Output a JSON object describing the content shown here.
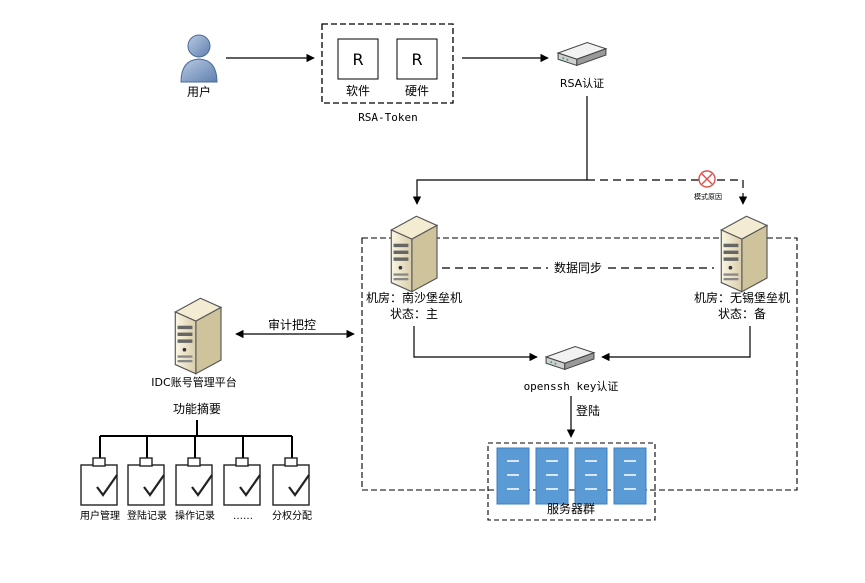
{
  "user": {
    "label": "用户"
  },
  "token": {
    "group_label": "RSA-Token",
    "software": {
      "letter": "R",
      "label": "软件"
    },
    "hardware": {
      "letter": "R",
      "label": "硬件"
    }
  },
  "rsa_auth": {
    "label": "RSA认证"
  },
  "failover": {
    "label": "模式原因"
  },
  "sync": {
    "label": "数据同步"
  },
  "primary_server": {
    "line1": "机房：南沙堡垒机",
    "line2": "状态：主"
  },
  "backup_server": {
    "line1": "机房：无锡堡垒机",
    "line2": "状态：备"
  },
  "audit": {
    "label": "审计把控"
  },
  "idc_platform": {
    "label": "IDC账号管理平台"
  },
  "functions": {
    "title": "功能摘要",
    "items": [
      "用户管理",
      "登陆记录",
      "操作记录",
      "……",
      "分权分配"
    ]
  },
  "ssh_auth": {
    "label": "openssh key认证"
  },
  "login": {
    "label": "登陆"
  },
  "servers": {
    "label": "服务器群"
  },
  "colors": {
    "line": "#000000",
    "server_blue": "#5b9bd5",
    "tower_beige": "#efe6c8",
    "user_blue": "#8aa7cc",
    "fail_red": "#e0504a"
  }
}
